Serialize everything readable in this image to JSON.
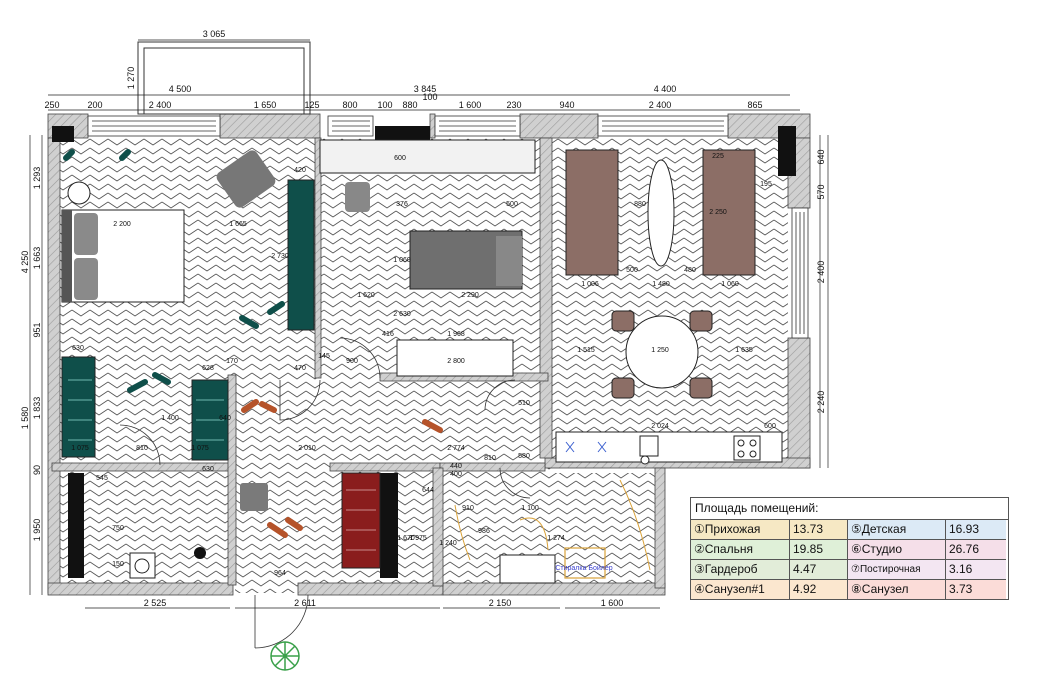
{
  "dimensions": {
    "top_outer": [
      "3 065",
      "4 500",
      "3 845",
      "4 400"
    ],
    "balcony_depth": "1 270",
    "top_inner": [
      "250",
      "200",
      "2 400",
      "1 650",
      "125",
      "800",
      "100",
      "880",
      "100",
      "1 600",
      "230",
      "940",
      "2 400",
      "865"
    ],
    "left": [
      "1 293",
      "4 250",
      "1 663",
      "951",
      "1 580",
      "1 833",
      "90",
      "1 950"
    ],
    "right": [
      "640",
      "570",
      "2 400",
      "2 240"
    ],
    "bottom": [
      "2 525",
      "2 611",
      "2 150",
      "1 600"
    ],
    "interior": [
      "2 200",
      "1 665",
      "420",
      "600",
      "2 730",
      "1 620",
      "1 060",
      "2 290",
      "376",
      "2 630",
      "500",
      "2 800",
      "416",
      "1 968",
      "900",
      "470",
      "170",
      "145",
      "630",
      "628",
      "1 075",
      "1 075",
      "810",
      "2 010",
      "1 400",
      "640",
      "2 774",
      "545",
      "810",
      "2 250",
      "880",
      "225",
      "1 006",
      "1 480",
      "1 060",
      "1 515",
      "1 250",
      "1 635",
      "2 024",
      "500",
      "480",
      "195",
      "630",
      "600",
      "1 670",
      "1 975",
      "964",
      "644",
      "1 100",
      "1 274",
      "910",
      "986",
      "1 240",
      "750",
      "150",
      "440",
      "400",
      "510",
      "580"
    ]
  },
  "notes": {
    "boiler_label": "Стиралка\nБойлер"
  },
  "legend": {
    "title": "Площадь помещений:",
    "rooms": [
      {
        "num": "①",
        "name": "Прихожая",
        "area": "13.73"
      },
      {
        "num": "②",
        "name": "Спальня",
        "area": "19.85"
      },
      {
        "num": "③",
        "name": "Гардероб",
        "area": "4.47"
      },
      {
        "num": "④",
        "name": "Санузел#1",
        "area": "4.92"
      },
      {
        "num": "⑤",
        "name": "Детская",
        "area": "16.93"
      },
      {
        "num": "⑥",
        "name": "Студио",
        "area": "26.76"
      },
      {
        "num": "⑦",
        "name": "Постирочная",
        "area": "3.16"
      },
      {
        "num": "⑧",
        "name": "Санузел",
        "area": "3.73"
      }
    ]
  },
  "colors": {
    "wall": "#bdbdbd",
    "column": "#111111",
    "teal_furniture": "#0f4f4a",
    "sofa_grey": "#6f6f6f",
    "bed_brown": "#8c6e66",
    "red_wardrobe": "#8a1d1d",
    "boiler_line": "#d9a23a",
    "door_arc": "#333333",
    "plant_green": "#3aa04a"
  }
}
